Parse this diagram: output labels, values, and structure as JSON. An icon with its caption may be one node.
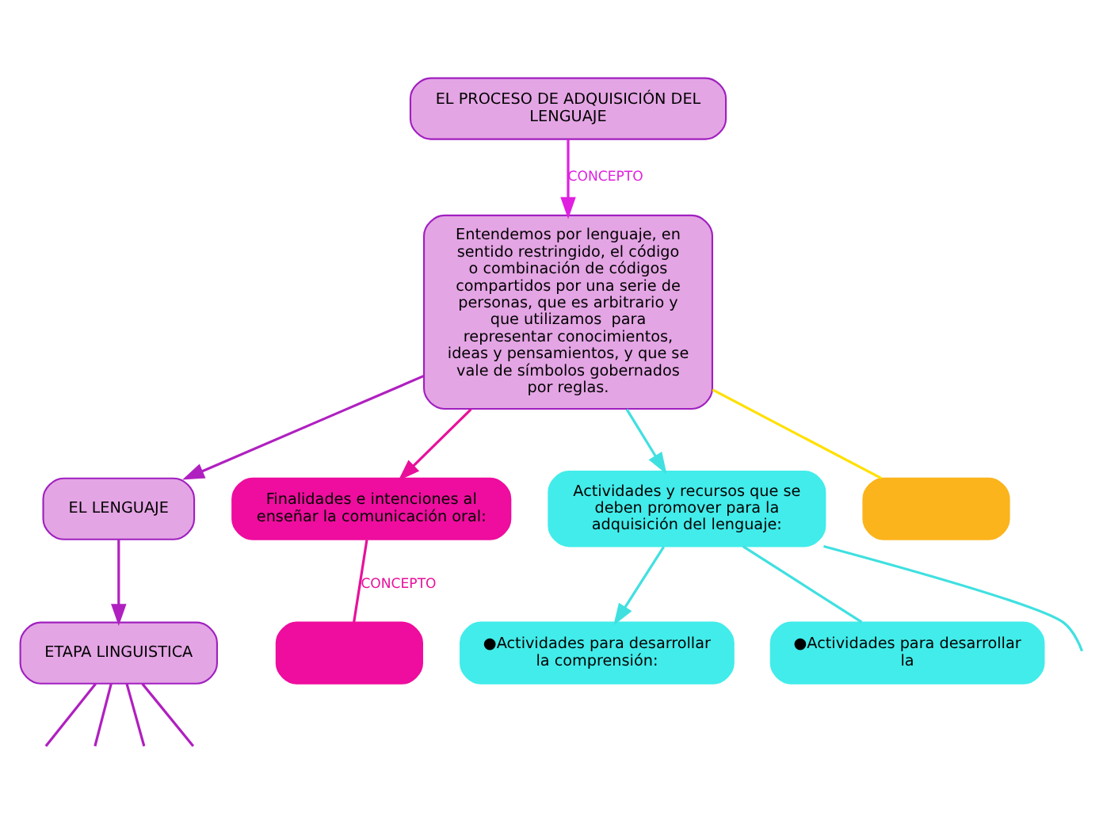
{
  "diagram": {
    "nodes": [
      {
        "text": [
          "EL PROCESO DE ADQUISICIÓN DEL LENGUAJE"
        ]
      },
      {
        "text": [
          "Entendemos por lenguaje, en sentido restringido, el código o combinación de códigos compartidos por una serie de personas, que es arbitrario y que utilizamos  para representar conocimientos, ideas y pensamientos, y que se vale de símbolos gobernados por reglas."
        ]
      },
      {
        "text": [
          "EL LENGUAJE"
        ]
      },
      {
        "text": [
          "ETAPA LINGUISTICA"
        ]
      },
      {
        "text": [
          "Finalidades e intenciones al enseñar la comunicación oral:"
        ]
      },
      {
        "text": [],
        "shape": "box"
      },
      {
        "text": [
          "Actividades y recursos que se deben promover para la adquisición del lenguaje:"
        ]
      },
      {
        "text": [
          "●Actividades para desarrollar la comprensión:"
        ]
      },
      {
        "text": [
          "●Actividades para desarrollar la"
        ]
      },
      {
        "text": [],
        "shape": "box"
      }
    ],
    "edges": [
      {
        "from": 0,
        "to": 1,
        "arrow": "to",
        "label": "CONCEPTO",
        "color": "#e020e0"
      },
      {
        "from": 1,
        "to": 2,
        "arrow": "to",
        "color": "#b020c0"
      },
      {
        "from": 2,
        "to": 3,
        "arrow": "to",
        "color": "#b020c0"
      },
      {
        "from": 3,
        "to": null,
        "arrow": "none",
        "color": "#b020c0"
      },
      {
        "from": 3,
        "to": null,
        "arrow": "none",
        "color": "#b020c0"
      },
      {
        "from": 3,
        "to": null,
        "arrow": "none",
        "color": "#b020c0"
      },
      {
        "from": 3,
        "to": null,
        "arrow": "none",
        "color": "#b020c0"
      },
      {
        "from": 1,
        "to": 4,
        "arrow": "to",
        "color": "#e8109a"
      },
      {
        "from": 4,
        "to": 5,
        "arrow": "none",
        "label": "CONCEPTO",
        "color": "#e8109a"
      },
      {
        "from": 1,
        "to": 6,
        "arrow": "to",
        "color": "#40e0e0"
      },
      {
        "from": 6,
        "to": 7,
        "arrow": "to",
        "color": "#40e0e0"
      },
      {
        "from": 6,
        "to": null,
        "arrow": "none",
        "color": "#40e0e0"
      },
      {
        "from": 6,
        "to": 8,
        "arrow": "none",
        "color": "#40e0e0"
      },
      {
        "from": 1,
        "to": 9,
        "arrow": "none",
        "color": "#ffe000"
      }
    ]
  }
}
